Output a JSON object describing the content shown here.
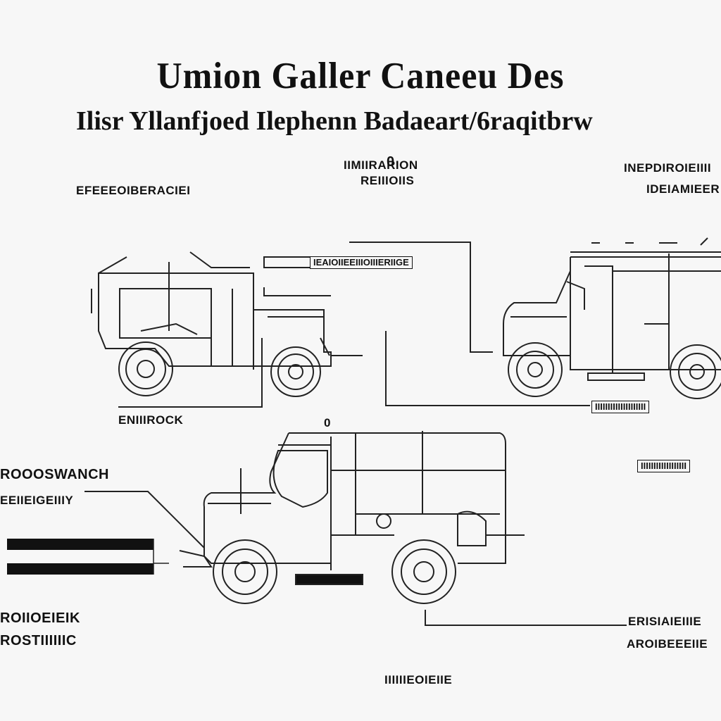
{
  "title": "Umion Galler Caneeu Des",
  "subtitle": "Ilisr Yllanfjoed Ilephenn Badaeart/6raqitbrw",
  "labels": {
    "top_center_1": "IIMIIRARION",
    "top_center_2": "0",
    "top_center_3": "REIIIOIIS",
    "top_left": "EFEEEOIBERACIEI",
    "top_right_1": "INEPDIROIEIIII",
    "top_right_2": "IDEIAMIEER",
    "connector_box_top": "IEAIOIIEEIIIOIIIERIIGE",
    "truck1_caption": "ENIIIROCK",
    "truck2_caption": "IIIIIIIIIIIIIIIIIIII",
    "center_marker": "0",
    "left_1": "ROOOSWANCH",
    "left_2": "EEIIEIGEIIIY",
    "right_bar": "IIIIIIIIIIIIIIIIII",
    "bottom_left_1": "ROIIOEIEIK",
    "bottom_left_2": "ROSTIIIIIIC",
    "bottom_right_1": "ERISIAIEIIIE",
    "bottom_right_2": "AROIBEEEIIE",
    "bottom_center": "IIIIIIEOIEIIE"
  },
  "icons": {
    "truck_top_left": "truck-icon",
    "truck_top_right": "truck-icon",
    "truck_bottom": "truck-icon"
  }
}
